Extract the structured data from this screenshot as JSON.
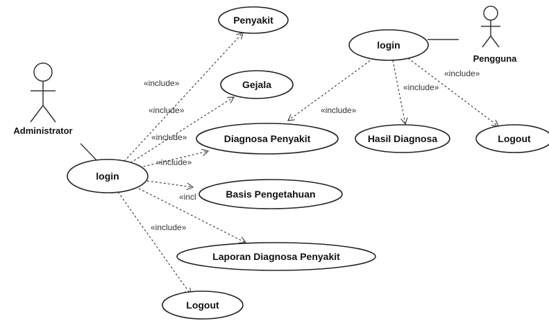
{
  "actors": {
    "administrator": "Administrator",
    "pengguna": "Pengguna"
  },
  "use_cases": {
    "admin_login": "login",
    "penyakit": "Penyakit",
    "gejala": "Gejala",
    "diagnosa_penyakit": "Diagnosa Penyakit",
    "basis_pengetahuan": "Basis Pengetahuan",
    "laporan": "Laporan Diagnosa Penyakit",
    "admin_logout": "Logout",
    "user_login": "login",
    "hasil_diagnosa": "Hasil Diagnosa",
    "user_logout": "Logout"
  },
  "stereotypes": {
    "include_penyakit": "«include»",
    "include_gejala": "«include»",
    "include_diagnosa": "«include»",
    "include_basis": "«include»",
    "include_basis_clipped": "«incl",
    "include_laporan": "«include»",
    "include_user_diagnosa": "«include»",
    "include_user_hasil": "«include»",
    "include_user_logout": "«include»"
  }
}
